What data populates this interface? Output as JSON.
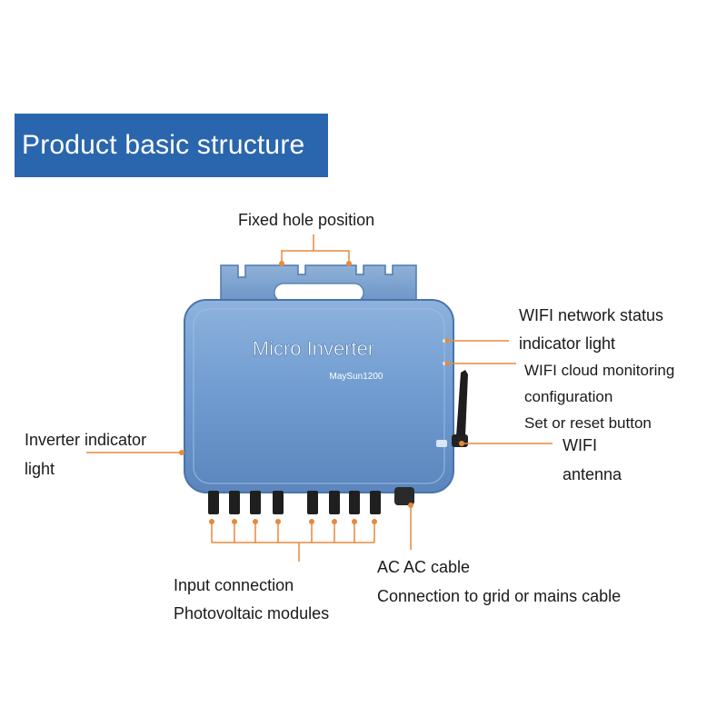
{
  "banner": {
    "title": "Product basic structure"
  },
  "device": {
    "name": "Micro Inverter",
    "model": "MaySun1200"
  },
  "labels": {
    "fixed_hole": "Fixed hole position",
    "wifi_status_1": "WIFI network status",
    "wifi_status_2": "indicator light",
    "wifi_cloud_1": "WIFI cloud monitoring",
    "wifi_cloud_2": "configuration",
    "reset_button": "Set or reset button",
    "antenna_1": "WIFI",
    "antenna_2": "antenna",
    "inverter_light_1": "Inverter indicator",
    "inverter_light_2": "light",
    "input_1": "Input connection",
    "input_2": "Photovoltaic modules",
    "ac_1": "AC AC cable",
    "ac_2": "Connection to grid or mains cable"
  },
  "colors": {
    "banner": "#2a66ad",
    "device_body": "#6f9bd0",
    "leader": "#e8893a"
  }
}
